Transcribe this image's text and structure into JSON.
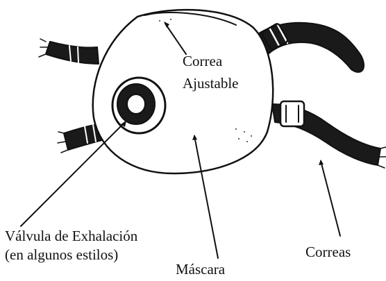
{
  "labels": {
    "adjustable_strap_line1": "Correa",
    "adjustable_strap_line2": "Ajustable",
    "valve_line1": "Válvula de Exhalación",
    "valve_line2": "(en algunos estilos)",
    "mask": "Máscara",
    "straps": "Correas"
  },
  "colors": {
    "ink": "#111111",
    "background": "#ffffff"
  }
}
